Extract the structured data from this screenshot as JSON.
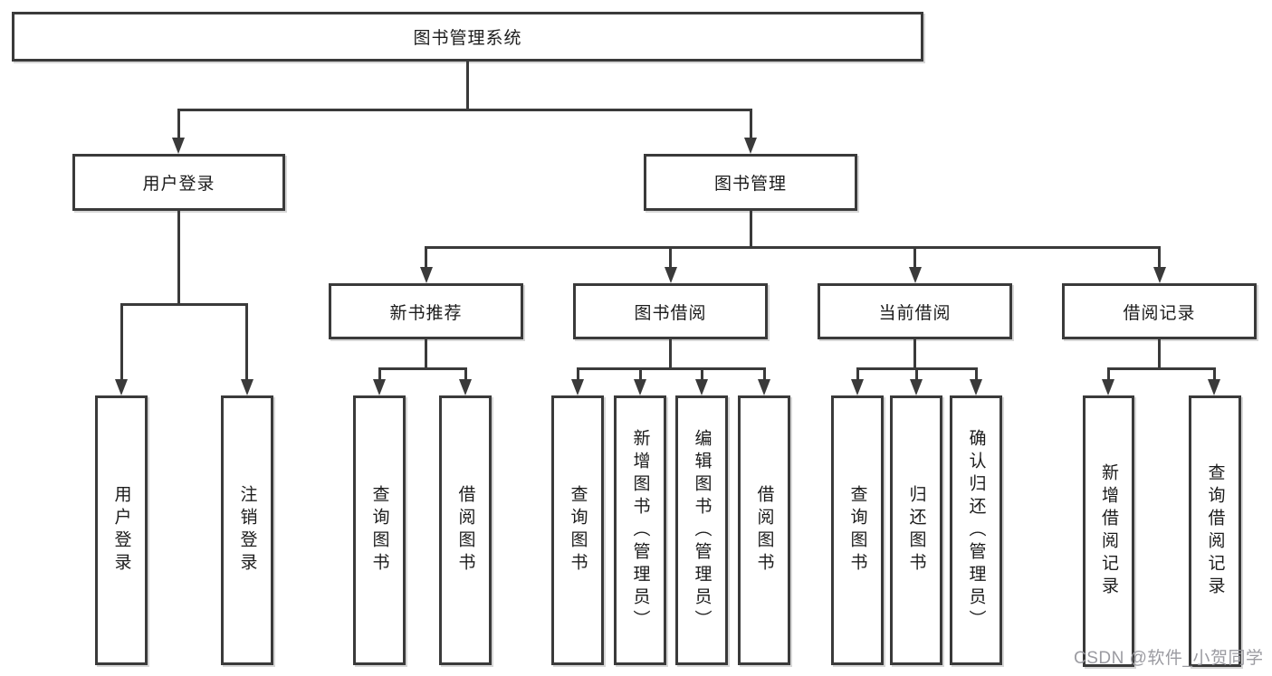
{
  "diagram": {
    "root": {
      "label": "图书管理系统"
    },
    "branches": [
      {
        "label": "用户登录",
        "children": [
          {
            "label": "用户登录"
          },
          {
            "label": "注销登录"
          }
        ]
      },
      {
        "label": "图书管理",
        "children": [
          {
            "label": "新书推荐",
            "children": [
              {
                "label": "查询图书"
              },
              {
                "label": "借阅图书"
              }
            ]
          },
          {
            "label": "图书借阅",
            "children": [
              {
                "label": "查询图书"
              },
              {
                "label": "新增图书（管理员）"
              },
              {
                "label": "编辑图书（管理员）"
              },
              {
                "label": "借阅图书"
              }
            ]
          },
          {
            "label": "当前借阅",
            "children": [
              {
                "label": "查询图书"
              },
              {
                "label": "归还图书"
              },
              {
                "label": "确认归还（管理员）"
              }
            ]
          },
          {
            "label": "借阅记录",
            "children": [
              {
                "label": "新增借阅记录"
              },
              {
                "label": "查询借阅记录"
              }
            ]
          }
        ]
      }
    ]
  },
  "watermark": {
    "text": "CSDN @软件_小贺同学"
  },
  "colors": {
    "line": "#3a3a3a",
    "text": "#1c1c1c",
    "watermark": "#9b9ba1",
    "background": "#ffffff"
  }
}
